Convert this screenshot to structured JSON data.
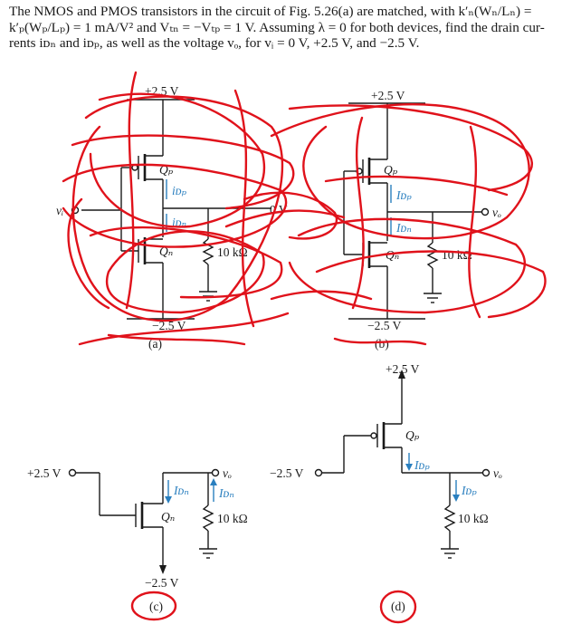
{
  "problem": {
    "line1": "The NMOS and PMOS transistors in the circuit of Fig. 5.26(a) are matched, with k′ₙ(Wₙ/Lₙ) =",
    "line2": "k′ₚ(Wₚ/Lₚ) = 1 mA/V² and Vₜₙ = −Vₜₚ = 1 V. Assuming λ = 0 for both devices, find the drain cur-",
    "line3": "rents iᴅₙ and iᴅₚ, as well as the voltage vₒ, for vᵢ = 0 V, +2.5 V, and −2.5 V."
  },
  "circuit_a": {
    "vdd": "+2.5 V",
    "vss": "−2.5 V",
    "vi": "vᵢ",
    "qp": "Qₚ",
    "qn": "Qₙ",
    "idp": "iᴅₚ",
    "idn": "iᴅₙ",
    "resistor": "10 kΩ",
    "zero": "0 V",
    "caption": "(a)"
  },
  "circuit_b": {
    "vdd": "+2.5 V",
    "vss": "−2.5 V",
    "qp": "Qₚ",
    "qn": "Qₙ",
    "idp": "Iᴅₚ",
    "idn": "Iᴅₙ",
    "resistor": "10 kΩ",
    "vo": "vₒ",
    "caption": "(b)"
  },
  "circuit_c": {
    "vin": "+2.5 V",
    "vss": "−2.5 V",
    "qn": "Qₙ",
    "idn_left": "Iᴅₙ",
    "idn_right": "Iᴅₙ",
    "resistor": "10 kΩ",
    "vo": "vₒ",
    "caption": "(c)"
  },
  "circuit_d": {
    "vin": "−2.5 V",
    "vdd": "+2.5 V",
    "qp": "Qₚ",
    "idp_left": "Iᴅₚ",
    "idp_right": "Iᴅₚ",
    "resistor": "10 kΩ",
    "vo": "vₒ",
    "caption": "(d)"
  },
  "colors": {
    "ink": "#1a1a1a",
    "current_arrow": "#2a7fbf",
    "annotation": "#e0121b"
  }
}
